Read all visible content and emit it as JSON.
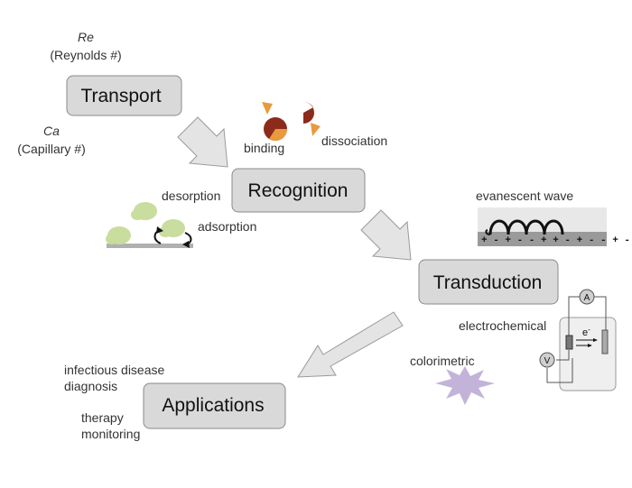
{
  "stages": {
    "transport": "Transport",
    "recognition": "Recognition",
    "transduction": "Transduction",
    "applications": "Applications"
  },
  "transport_notes": {
    "re_symbol": "Re",
    "re_name": "(Reynolds #)",
    "ca_symbol": "Ca",
    "ca_name": "(Capillary #)"
  },
  "recognition_notes": {
    "binding": "binding",
    "dissociation": "dissociation",
    "desorption": "desorption",
    "adsorption": "adsorption"
  },
  "transduction_notes": {
    "evanescent": "evanescent wave",
    "electrochemical": "electrochemical",
    "colorimetric": "colorimetric",
    "ammeter": "A",
    "voltmeter": "V",
    "electron": "e",
    "electron_sup": "-"
  },
  "application_notes": {
    "line1": "infectious disease",
    "line2": "diagnosis",
    "line3": "therapy",
    "line4": "monitoring"
  },
  "colors": {
    "box_fill": "#d9d9d9",
    "box_stroke": "#8a8a8a",
    "arrow_fill": "#e4e4e4",
    "arrow_stroke": "#9a9a9a",
    "blob": "#c8dd9e",
    "maroon": "#8c2a1c",
    "orange": "#e89a3c",
    "star": "#c3b3d9",
    "surface": "#b0b0b0"
  },
  "evanescent_signs": "+ - + - - + + - + - - + - +"
}
